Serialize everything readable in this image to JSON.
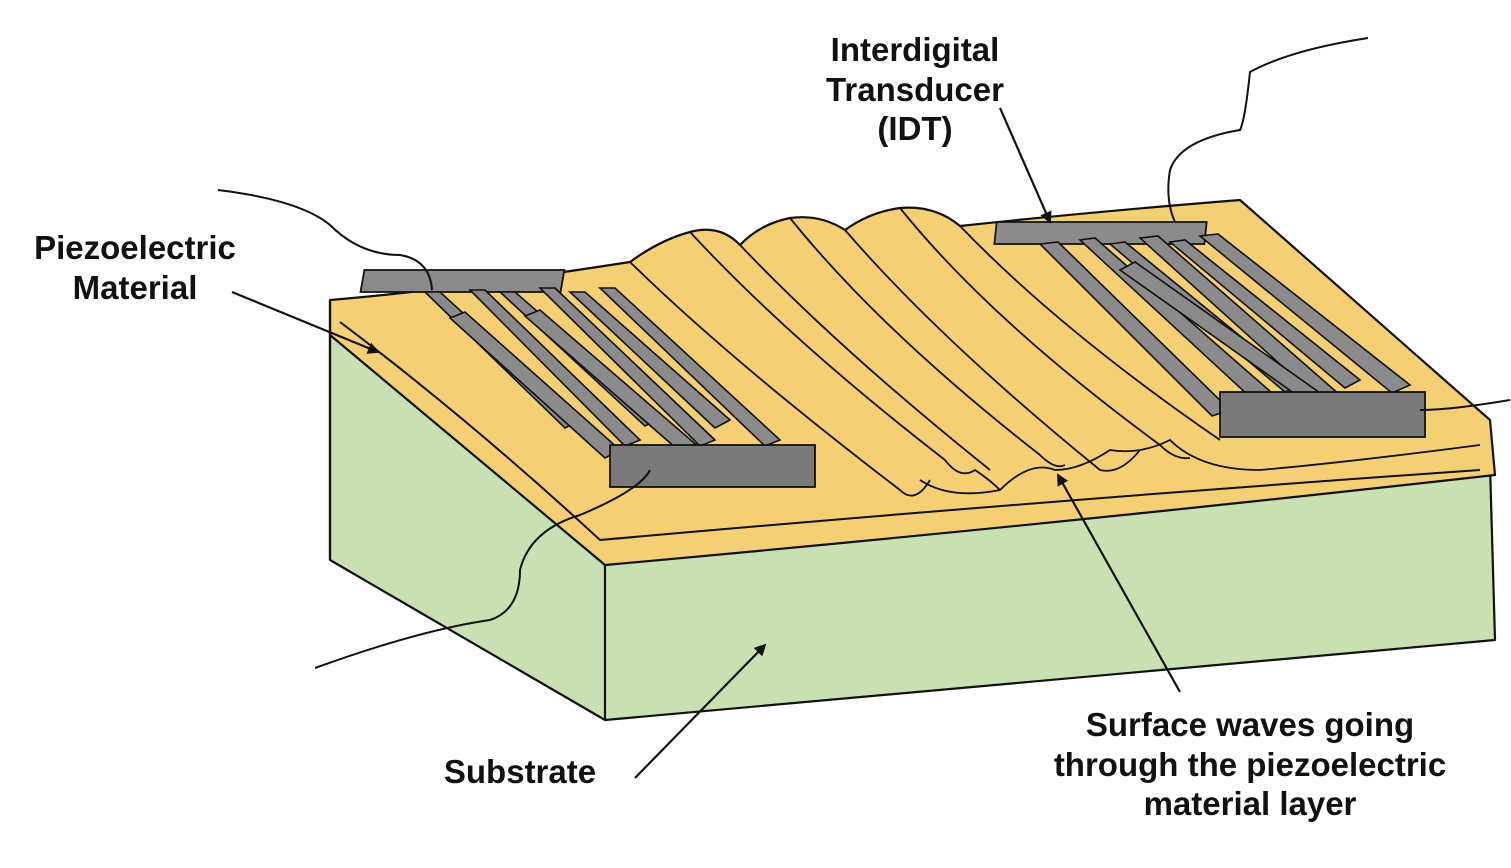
{
  "labels": {
    "idt": [
      "Interdigital",
      "Transducer",
      "(IDT)"
    ],
    "piezo": [
      "Piezoelectric",
      "Material"
    ],
    "substrate": [
      "Substrate"
    ],
    "waves": [
      "Surface waves going",
      "through the piezoelectric",
      "material layer"
    ]
  },
  "colors": {
    "piezo_layer": "#f5cf74",
    "substrate": "#c9e1b2",
    "electrode": "#8b8b8b",
    "electrode_dark": "#5c5c5c",
    "outline": "#111111"
  }
}
